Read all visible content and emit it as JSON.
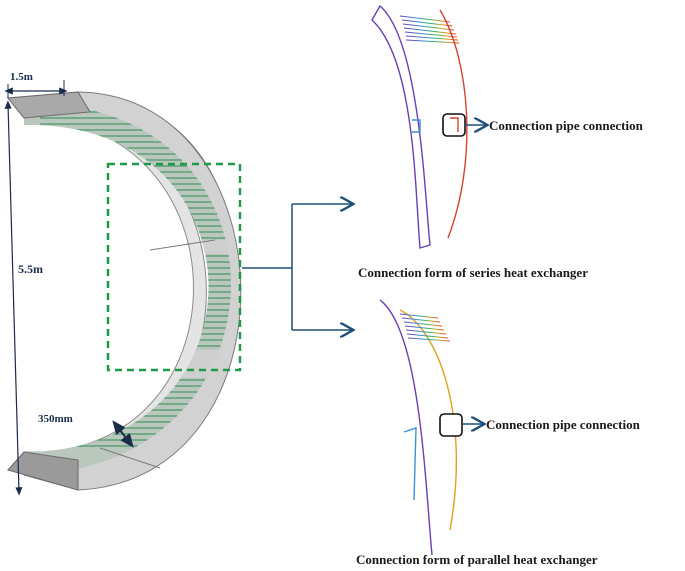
{
  "dimensions": {
    "width_label": "1.5m",
    "height_label": "5.5m",
    "thickness_label": "350mm"
  },
  "series": {
    "caption": "Connection form of series heat exchanger",
    "callout": "Connection pipe connection"
  },
  "parallel": {
    "caption": "Connection form of parallel heat exchanger",
    "callout": "Connection pipe connection"
  },
  "colors": {
    "selection_box": "#1f9a4a",
    "arrow": "#1f4e79",
    "pipe_green": "#2e8b57",
    "segment_grey": "#d9d9d9"
  }
}
